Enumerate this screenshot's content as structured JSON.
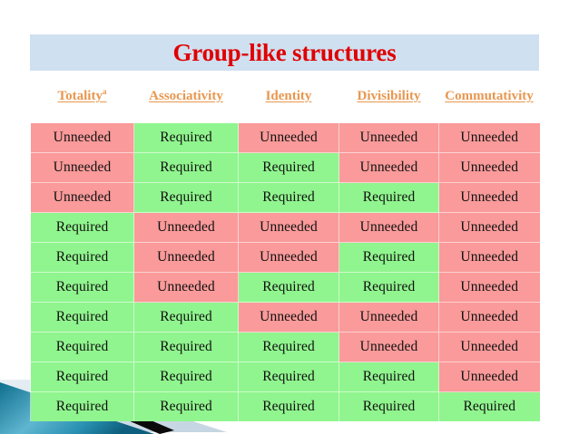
{
  "slide": {
    "title": "Group-like structures",
    "title_color": "#e00000",
    "title_band_color": "#cfe0f0"
  },
  "table": {
    "header_color": "#e8974f",
    "required_color": "#90f58e",
    "unneeded_color": "#fa9a9a",
    "columns": [
      {
        "label": "Totality",
        "superscript": "a"
      },
      {
        "label": "Associativity",
        "superscript": ""
      },
      {
        "label": "Identity",
        "superscript": ""
      },
      {
        "label": "Divisibility",
        "superscript": ""
      },
      {
        "label": "Commutativity",
        "superscript": ""
      }
    ],
    "values": {
      "required": "Required",
      "unneeded": "Unneeded"
    },
    "rows": [
      [
        "Unneeded",
        "Required",
        "Unneeded",
        "Unneeded",
        "Unneeded"
      ],
      [
        "Unneeded",
        "Required",
        "Required",
        "Unneeded",
        "Unneeded"
      ],
      [
        "Unneeded",
        "Required",
        "Required",
        "Required",
        "Unneeded"
      ],
      [
        "Required",
        "Unneeded",
        "Unneeded",
        "Unneeded",
        "Unneeded"
      ],
      [
        "Required",
        "Unneeded",
        "Unneeded",
        "Required",
        "Unneeded"
      ],
      [
        "Required",
        "Unneeded",
        "Required",
        "Required",
        "Unneeded"
      ],
      [
        "Required",
        "Required",
        "Unneeded",
        "Unneeded",
        "Unneeded"
      ],
      [
        "Required",
        "Required",
        "Required",
        "Unneeded",
        "Unneeded"
      ],
      [
        "Required",
        "Required",
        "Required",
        "Required",
        "Unneeded"
      ],
      [
        "Required",
        "Required",
        "Required",
        "Required",
        "Required"
      ]
    ]
  },
  "decoration": {
    "name": "corner-ribbon",
    "teal": "#1b84a6",
    "teal_light": "#64b9d2",
    "black": "#0a0a0a",
    "pale": "#d8e4ec"
  }
}
